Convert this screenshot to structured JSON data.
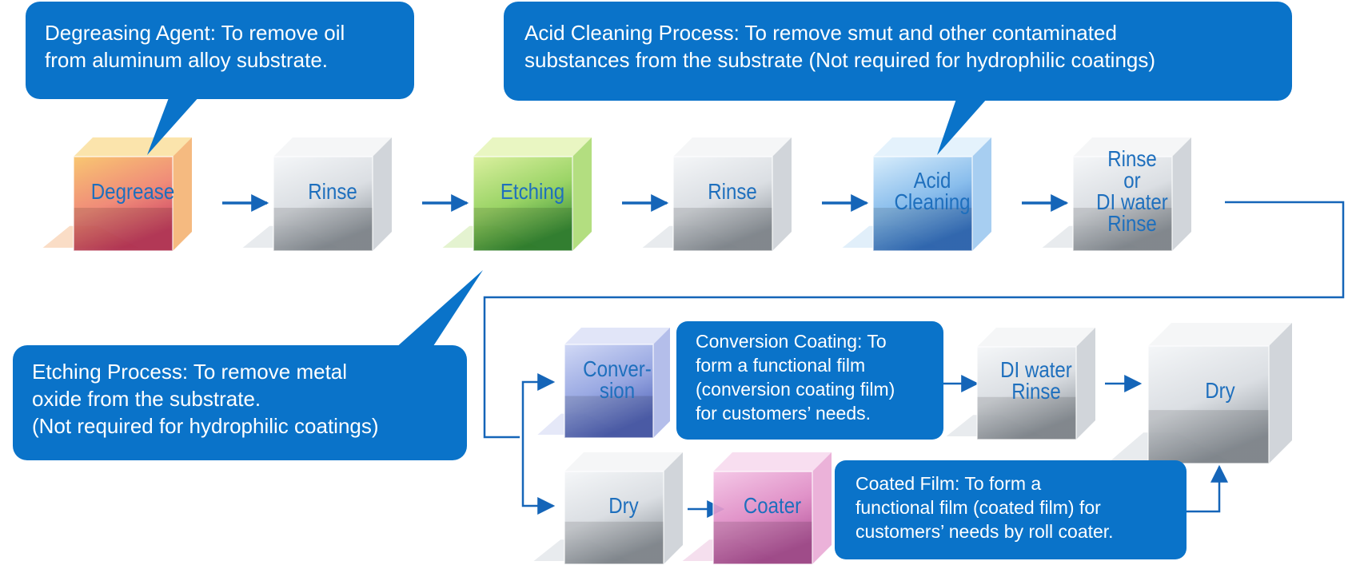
{
  "colors": {
    "accent": "#0a73c9",
    "label": "#1e6fbd",
    "arrow": "#1565b8"
  },
  "cubes": [
    {
      "id": "degrease",
      "label": "Degrease",
      "theme": "orange"
    },
    {
      "id": "rinse-1",
      "label": "Rinse",
      "theme": "gray"
    },
    {
      "id": "etching",
      "label": "Etching",
      "theme": "green"
    },
    {
      "id": "rinse-2",
      "label": "Rinse",
      "theme": "gray"
    },
    {
      "id": "acid-cleaning",
      "label": "Acid\nCleaning",
      "theme": "blue"
    },
    {
      "id": "rinse-di",
      "label": "Rinse\nor\nDI water\nRinse",
      "theme": "gray"
    },
    {
      "id": "conversion",
      "label": "Conver-\nsion",
      "theme": "violet"
    },
    {
      "id": "di-water-rinse",
      "label": "DI water\nRinse",
      "theme": "gray"
    },
    {
      "id": "dry-final",
      "label": "Dry",
      "theme": "gray"
    },
    {
      "id": "dry-coat",
      "label": "Dry",
      "theme": "gray"
    },
    {
      "id": "coater",
      "label": "Coater",
      "theme": "pink"
    }
  ],
  "callouts": {
    "degreasing": "Degreasing Agent: To remove oil\nfrom aluminum alloy substrate.",
    "acid": "Acid Cleaning Process: To remove smut and other contaminated\nsubstances from the substrate (Not required for hydrophilic coatings)",
    "etching": "Etching Process: To remove metal\noxide from the substrate.\n(Not required for hydrophilic coatings)",
    "conversion": "Conversion Coating: To\nform a functional film\n(conversion coating film)\nfor customers’ needs.",
    "coated": "Coated Film: To form a\nfunctional film (coated film) for\ncustomers’ needs by roll coater."
  }
}
